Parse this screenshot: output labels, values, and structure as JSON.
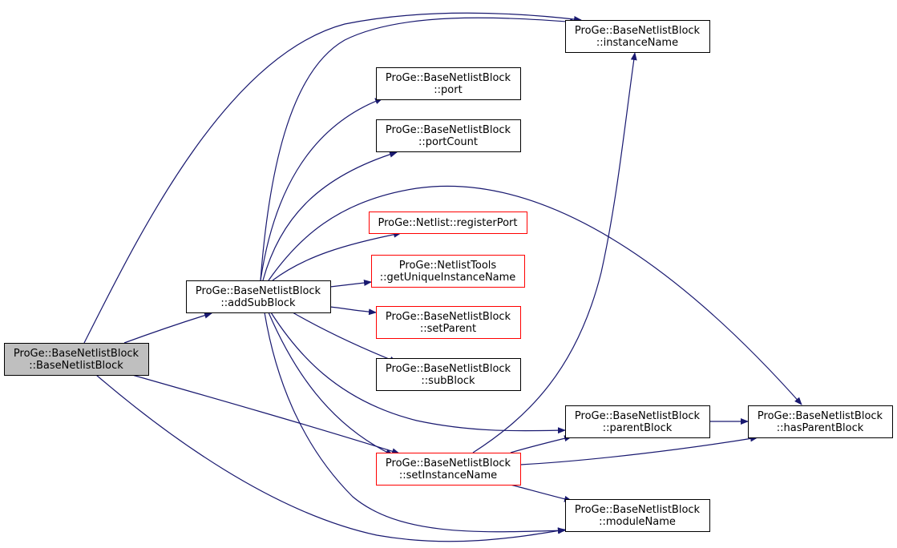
{
  "diagram": {
    "edge_color": "#191970",
    "nodes": [
      {
        "id": "root",
        "lines": [
          "ProGe::BaseNetlistBlock",
          "::BaseNetlistBlock"
        ],
        "fill": "#bfbfbf",
        "stroke": "#000000"
      },
      {
        "id": "addSubBlock",
        "lines": [
          "ProGe::BaseNetlistBlock",
          "::addSubBlock"
        ],
        "fill": "#ffffff",
        "stroke": "#000000"
      },
      {
        "id": "instanceName",
        "lines": [
          "ProGe::BaseNetlistBlock",
          "::instanceName"
        ],
        "fill": "#ffffff",
        "stroke": "#000000"
      },
      {
        "id": "port",
        "lines": [
          "ProGe::BaseNetlistBlock",
          "::port"
        ],
        "fill": "#ffffff",
        "stroke": "#000000"
      },
      {
        "id": "portCount",
        "lines": [
          "ProGe::BaseNetlistBlock",
          "::portCount"
        ],
        "fill": "#ffffff",
        "stroke": "#000000"
      },
      {
        "id": "registerPort",
        "lines": [
          "ProGe::Netlist::registerPort"
        ],
        "fill": "#ffffff",
        "stroke": "#ff0000"
      },
      {
        "id": "getUniqueInstanceName",
        "lines": [
          "ProGe::NetlistTools",
          "::getUniqueInstanceName"
        ],
        "fill": "#ffffff",
        "stroke": "#ff0000"
      },
      {
        "id": "setParent",
        "lines": [
          "ProGe::BaseNetlistBlock",
          "::setParent"
        ],
        "fill": "#ffffff",
        "stroke": "#ff0000"
      },
      {
        "id": "subBlock",
        "lines": [
          "ProGe::BaseNetlistBlock",
          "::subBlock"
        ],
        "fill": "#ffffff",
        "stroke": "#000000"
      },
      {
        "id": "parentBlock",
        "lines": [
          "ProGe::BaseNetlistBlock",
          "::parentBlock"
        ],
        "fill": "#ffffff",
        "stroke": "#000000"
      },
      {
        "id": "hasParentBlock",
        "lines": [
          "ProGe::BaseNetlistBlock",
          "::hasParentBlock"
        ],
        "fill": "#ffffff",
        "stroke": "#000000"
      },
      {
        "id": "setInstanceName",
        "lines": [
          "ProGe::BaseNetlistBlock",
          "::setInstanceName"
        ],
        "fill": "#ffffff",
        "stroke": "#ff0000"
      },
      {
        "id": "moduleName",
        "lines": [
          "ProGe::BaseNetlistBlock",
          "::moduleName"
        ],
        "fill": "#ffffff",
        "stroke": "#000000"
      }
    ],
    "edges": [
      {
        "from": "root",
        "to": "addSubBlock"
      },
      {
        "from": "root",
        "to": "instanceName"
      },
      {
        "from": "root",
        "to": "setInstanceName"
      },
      {
        "from": "root",
        "to": "moduleName"
      },
      {
        "from": "addSubBlock",
        "to": "instanceName"
      },
      {
        "from": "addSubBlock",
        "to": "port"
      },
      {
        "from": "addSubBlock",
        "to": "portCount"
      },
      {
        "from": "addSubBlock",
        "to": "hasParentBlock"
      },
      {
        "from": "addSubBlock",
        "to": "registerPort"
      },
      {
        "from": "addSubBlock",
        "to": "getUniqueInstanceName"
      },
      {
        "from": "addSubBlock",
        "to": "setParent"
      },
      {
        "from": "addSubBlock",
        "to": "subBlock"
      },
      {
        "from": "addSubBlock",
        "to": "parentBlock"
      },
      {
        "from": "addSubBlock",
        "to": "setInstanceName"
      },
      {
        "from": "addSubBlock",
        "to": "moduleName"
      },
      {
        "from": "parentBlock",
        "to": "hasParentBlock"
      },
      {
        "from": "setInstanceName",
        "to": "instanceName"
      },
      {
        "from": "setInstanceName",
        "to": "parentBlock"
      },
      {
        "from": "setInstanceName",
        "to": "hasParentBlock"
      },
      {
        "from": "setInstanceName",
        "to": "moduleName"
      }
    ]
  }
}
